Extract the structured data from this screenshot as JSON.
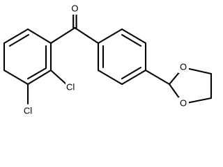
{
  "diagram": {
    "type": "chemical-structure",
    "atom_labels": {
      "carbonyl_oxygen": "O",
      "chlorine_ortho": "Cl",
      "chlorine_meta": "Cl",
      "dioxolane_oxygen_upper": "O",
      "dioxolane_oxygen_lower": "O"
    },
    "colors": {
      "bond": "#000000",
      "label": "#000000",
      "background": "#ffffff"
    }
  }
}
